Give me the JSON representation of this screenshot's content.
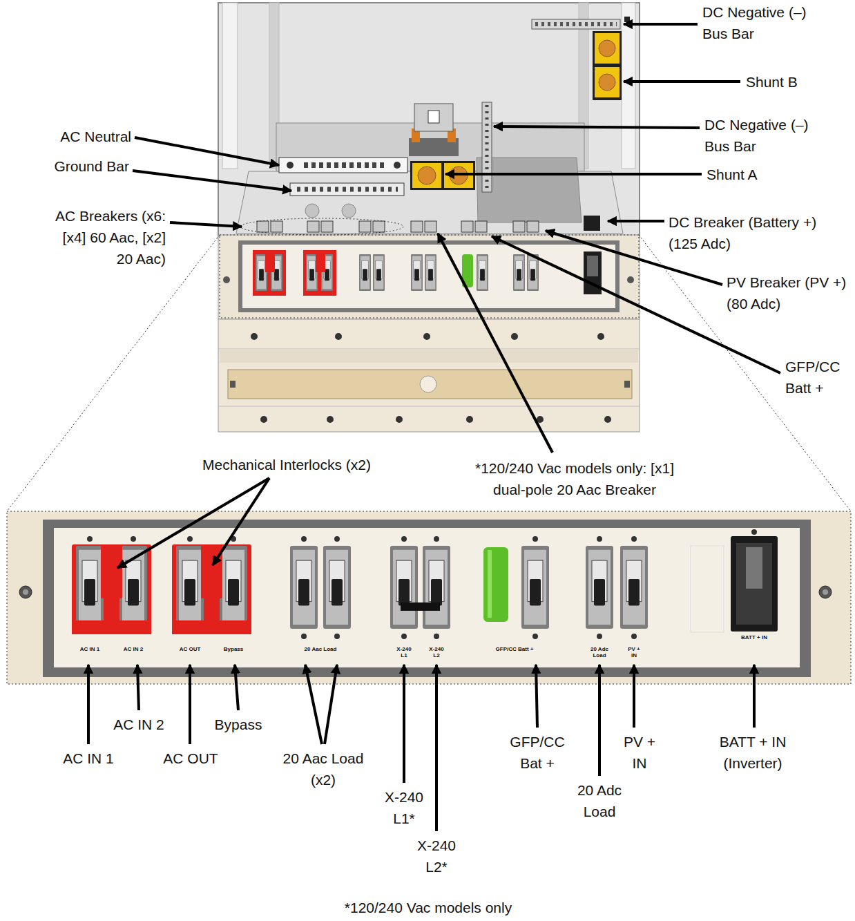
{
  "diagram": {
    "labels": [
      "DC Negative (–) Bus Bar",
      "Shunt B",
      "DC Negative (–) Bus Bar",
      "Shunt A",
      "AC Neutral",
      "Ground Bar",
      "AC Breakers (x6: [x4] 60 Aac, [x2] 20 Aac)",
      "DC Breaker (Battery +) (125 Adc)",
      "PV Breaker (PV +) (80 Adc)",
      "GFP/CC Batt +",
      "*120/240 Vac models only: [x1] dual-pole 20 Aac Breaker",
      "Mechanical Interlocks (x2)",
      "AC IN 1",
      "AC IN 2",
      "AC OUT",
      "Bypass",
      "20 Aac Load (x2)",
      "X-240 L1*",
      "X-240 L2*",
      "GFP/CC Bat +",
      "20 Adc Load",
      "PV + IN",
      "BATT + IN (Inverter)",
      "*120/240 Vac models only",
      "AC IN 1",
      "AC IN 2",
      "AC OUT",
      "Bypass",
      "20 Aac Load",
      "X-240 L1",
      "X-240 L2",
      "GFP/CC Batt +",
      "20 Adc Load",
      "PV + IN",
      "BATT + IN"
    ]
  }
}
